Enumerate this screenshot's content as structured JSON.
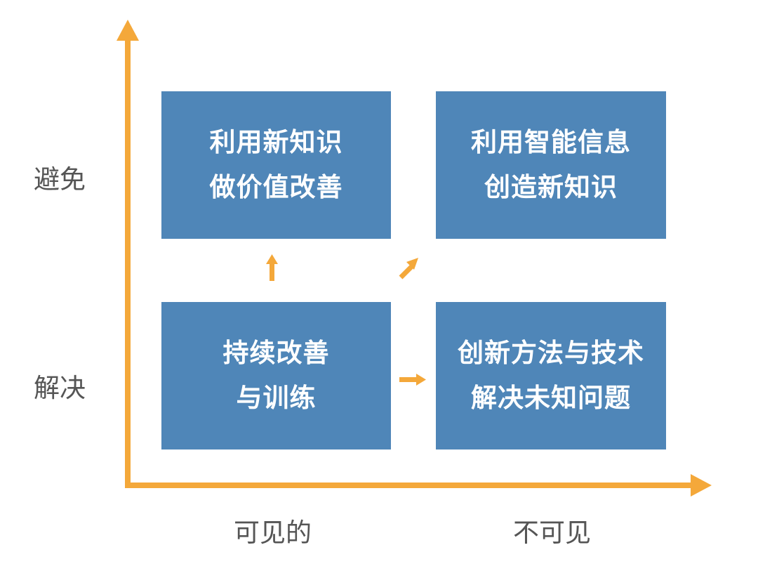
{
  "y_axis": {
    "top_label": "避免",
    "bottom_label": "解决"
  },
  "x_axis": {
    "left_label": "可见的",
    "right_label": "不可见"
  },
  "boxes": {
    "top_left": {
      "line1": "利用新知识",
      "line2": "做价值改善"
    },
    "top_right": {
      "line1": "利用智能信息",
      "line2": "创造新知识"
    },
    "bottom_left": {
      "line1": "持续改善",
      "line2": "与训练"
    },
    "bottom_right": {
      "line1": "创新方法与技术",
      "line2": "解决未知问题"
    }
  },
  "colors": {
    "accent": "#f4a83a",
    "box": "#4f86b8",
    "label": "#555555"
  }
}
